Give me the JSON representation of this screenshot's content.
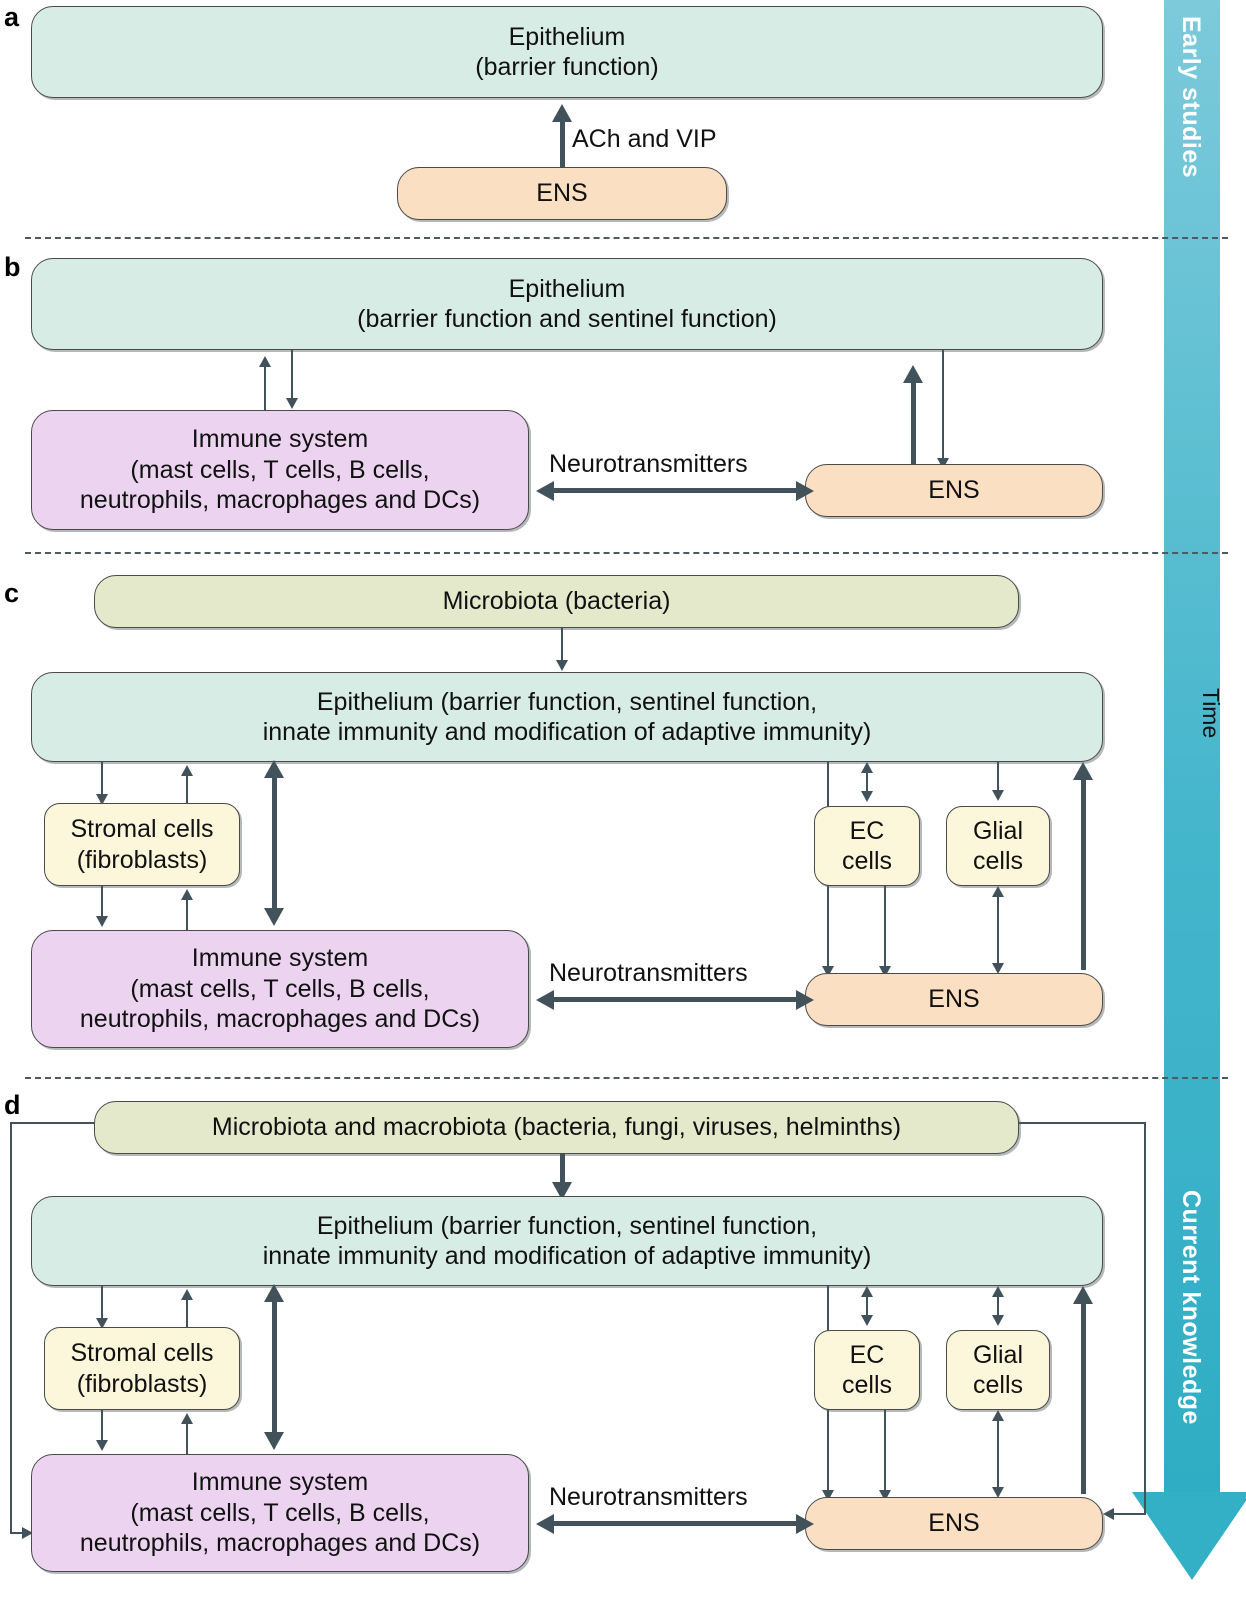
{
  "figure": {
    "type": "diagram",
    "title": "Evolution of understanding of epithelium-ENS-immune-microbiota interactions",
    "panels": [
      "a",
      "b",
      "c",
      "d"
    ]
  },
  "timeline": {
    "top_label": "Early studies",
    "axis_label": "Time",
    "bottom_label": "Current knowledge",
    "color": "#45b6cc",
    "direction": "downward"
  },
  "colors": {
    "epithelium": "#d8ece6",
    "ens": "#fbdfc3",
    "immune": "#ecd4f1",
    "microbiota": "#e4e9cc",
    "cells": "#fcf7da",
    "connector": "#42525a",
    "timeline": "#45b6cc"
  },
  "panel_a": {
    "letter": "a",
    "epithelium": {
      "line1": "Epithelium",
      "line2": "(barrier function)"
    },
    "ens": "ENS",
    "arrow_label": "ACh and VIP"
  },
  "panel_b": {
    "letter": "b",
    "epithelium": {
      "line1": "Epithelium",
      "line2": "(barrier function and sentinel function)"
    },
    "immune": {
      "line1": "Immune system",
      "line2": "(mast cells, T cells, B cells,",
      "line3": "neutrophils, macrophages and DCs)"
    },
    "ens": "ENS",
    "arrow_label": "Neurotransmitters"
  },
  "panel_c": {
    "letter": "c",
    "microbiota": "Microbiota (bacteria)",
    "epithelium": {
      "line1": "Epithelium (barrier function, sentinel function,",
      "line2": "innate immunity and modification of adaptive immunity)"
    },
    "stromal": {
      "line1": "Stromal cells",
      "line2": "(fibroblasts)"
    },
    "ec_cells": {
      "line1": "EC",
      "line2": "cells"
    },
    "glial_cells": {
      "line1": "Glial",
      "line2": "cells"
    },
    "immune": {
      "line1": "Immune system",
      "line2": "(mast cells, T cells, B cells,",
      "line3": "neutrophils, macrophages and DCs)"
    },
    "ens": "ENS",
    "arrow_label": "Neurotransmitters"
  },
  "panel_d": {
    "letter": "d",
    "microbiota": "Microbiota and macrobiota (bacteria, fungi, viruses, helminths)",
    "epithelium": {
      "line1": "Epithelium (barrier function, sentinel function,",
      "line2": "innate immunity and modification of adaptive immunity)"
    },
    "stromal": {
      "line1": "Stromal cells",
      "line2": "(fibroblasts)"
    },
    "ec_cells": {
      "line1": "EC",
      "line2": "cells"
    },
    "glial_cells": {
      "line1": "Glial",
      "line2": "cells"
    },
    "immune": {
      "line1": "Immune system",
      "line2": "(mast cells, T cells, B cells,",
      "line3": "neutrophils, macrophages and DCs)"
    },
    "ens": "ENS",
    "arrow_label": "Neurotransmitters"
  }
}
